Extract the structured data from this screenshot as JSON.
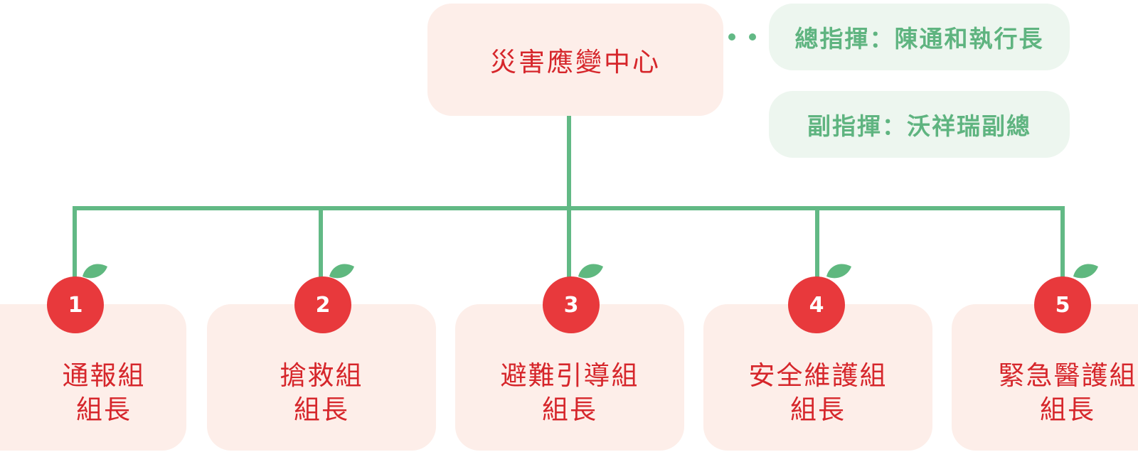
{
  "center": {
    "title": "災害應變中心"
  },
  "commanders": [
    {
      "label": "總指揮：陳通和執行長"
    },
    {
      "label": "副指揮：沃祥瑞副總"
    }
  ],
  "groups": [
    {
      "number": "1",
      "name": "通報組",
      "role": "組長"
    },
    {
      "number": "2",
      "name": "搶救組",
      "role": "組長"
    },
    {
      "number": "3",
      "name": "避難引導組",
      "role": "組長"
    },
    {
      "number": "4",
      "name": "安全維護組",
      "role": "組長"
    },
    {
      "number": "5",
      "name": "緊急醫護組",
      "role": "組長"
    }
  ],
  "colors": {
    "box_bg": "#fdeee9",
    "text_red": "#d6262b",
    "badge_red": "#e8393c",
    "line_green": "#62b985",
    "leaf_green": "#5fb87f",
    "pill_bg": "#edf6ef",
    "pill_text": "#5fb480"
  }
}
